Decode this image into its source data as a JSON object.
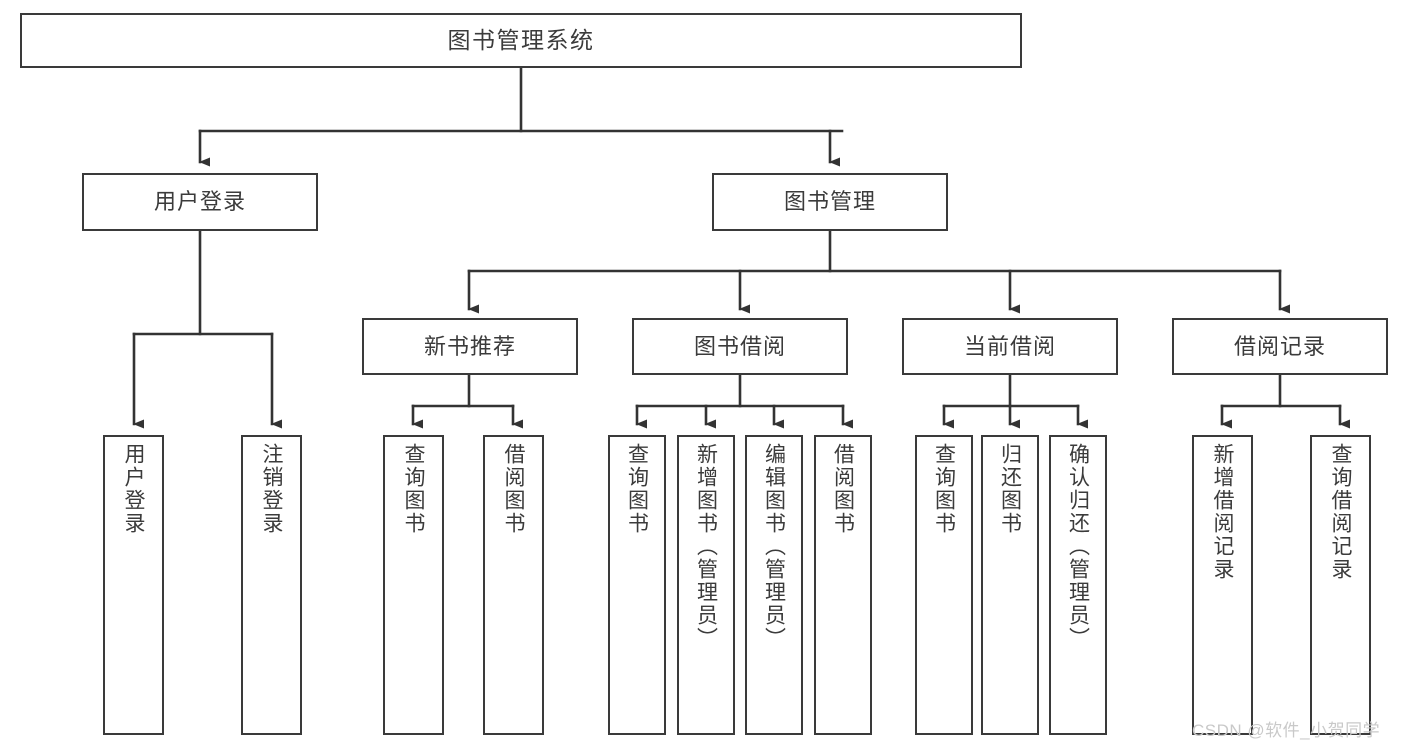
{
  "diagram": {
    "title": "图书管理系统",
    "type": "hierarchy-tree",
    "colors": {
      "box_border": "#3a3a3a",
      "box_fill": "#ffffff",
      "text": "#3b3b3b",
      "connector": "#333333",
      "watermark": "#c9c9c9",
      "background": "#ffffff"
    },
    "root": {
      "label": "图书管理系统"
    },
    "level1": [
      {
        "label": "用户登录"
      },
      {
        "label": "图书管理"
      }
    ],
    "level2": [
      {
        "label": "新书推荐"
      },
      {
        "label": "图书借阅"
      },
      {
        "label": "当前借阅"
      },
      {
        "label": "借阅记录"
      }
    ],
    "leaves": {
      "user_login": [
        {
          "label": "用户登录"
        },
        {
          "label": "注销登录"
        }
      ],
      "new_book_recommend": [
        {
          "label": "查询图书"
        },
        {
          "label": "借阅图书"
        }
      ],
      "book_borrow": [
        {
          "label": "查询图书"
        },
        {
          "label": "新增图书（管理员）"
        },
        {
          "label": "编辑图书（管理员）"
        },
        {
          "label": "借阅图书"
        }
      ],
      "current_borrow": [
        {
          "label": "查询图书"
        },
        {
          "label": "归还图书"
        },
        {
          "label": "确认归还（管理员）"
        }
      ],
      "borrow_record": [
        {
          "label": "新增借阅记录"
        },
        {
          "label": "查询借阅记录"
        }
      ]
    },
    "watermark": "CSDN @软件_小贺同学"
  }
}
